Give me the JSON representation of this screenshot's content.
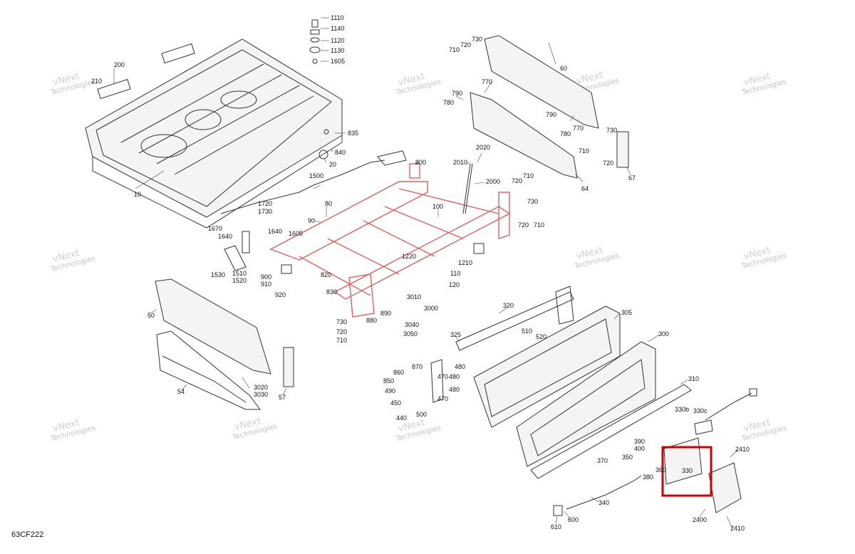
{
  "figure_code": "63CF222",
  "watermark": {
    "line1": "vNext",
    "line2": "Technologies"
  },
  "highlight_label": "330",
  "callouts": [
    "1110",
    "1140",
    "1120",
    "1130",
    "1605",
    "200",
    "210",
    "835",
    "840",
    "20",
    "10",
    "710",
    "720",
    "730",
    "60",
    "770",
    "790",
    "780",
    "790",
    "780",
    "770",
    "730",
    "710",
    "720",
    "67",
    "64",
    "2010",
    "2020",
    "2000",
    "800",
    "1500",
    "80",
    "90",
    "100",
    "710",
    "720",
    "730",
    "720",
    "710",
    "1720",
    "1730",
    "1670",
    "1640",
    "1640",
    "1605",
    "1530",
    "1510",
    "1520",
    "900",
    "910",
    "920",
    "820",
    "830",
    "1220",
    "1210",
    "110",
    "120",
    "730",
    "720",
    "710",
    "880",
    "890",
    "3010",
    "3000",
    "3040",
    "3050",
    "50",
    "54",
    "3020",
    "3030",
    "57",
    "320",
    "305",
    "300",
    "325",
    "510",
    "520",
    "480",
    "480",
    "470",
    "870",
    "860",
    "850",
    "490",
    "450",
    "440",
    "500",
    "470",
    "480",
    "310",
    "330b",
    "330c",
    "330",
    "390",
    "400",
    "370",
    "350",
    "360",
    "380",
    "340",
    "610",
    "600",
    "2410",
    "2400",
    "2410"
  ]
}
